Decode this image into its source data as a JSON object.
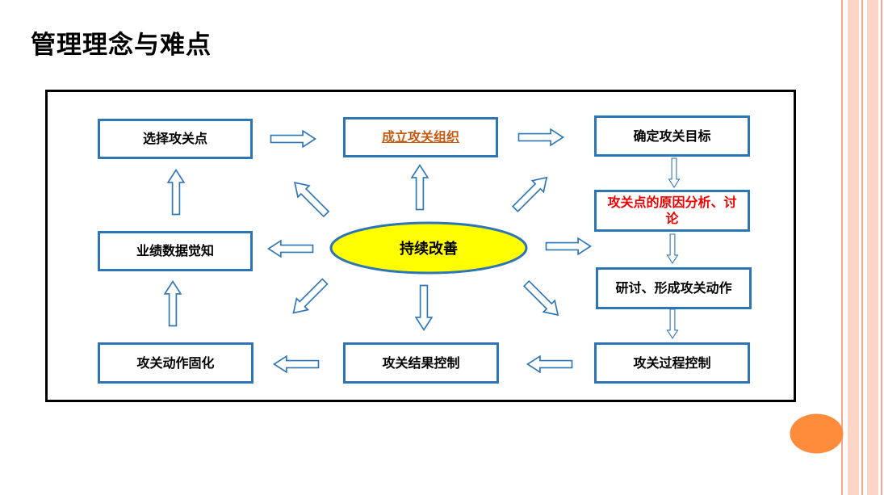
{
  "slide": {
    "title": "管理理念与难点"
  },
  "diagram": {
    "center": "持续改善",
    "boxes": {
      "select_point": "选择攻关点",
      "form_team": "成立攻关组织",
      "set_goal": "确定攻关目标",
      "cause_analysis": "攻关点的原因分析、讨论",
      "discuss_action": "研讨、形成攻关动作",
      "process_control": "攻关过程控制",
      "result_control": "攻关结果控制",
      "solidify_action": "攻关动作固化",
      "data_awareness": "业绩数据觉知"
    }
  },
  "colors": {
    "box_border": "#2e75b6",
    "ellipse_fill": "#ffff00",
    "red_text": "#ee0000",
    "link_text": "#c55a11",
    "accent_dot": "#ff8c3a",
    "stripe": "#f8c8b8"
  }
}
